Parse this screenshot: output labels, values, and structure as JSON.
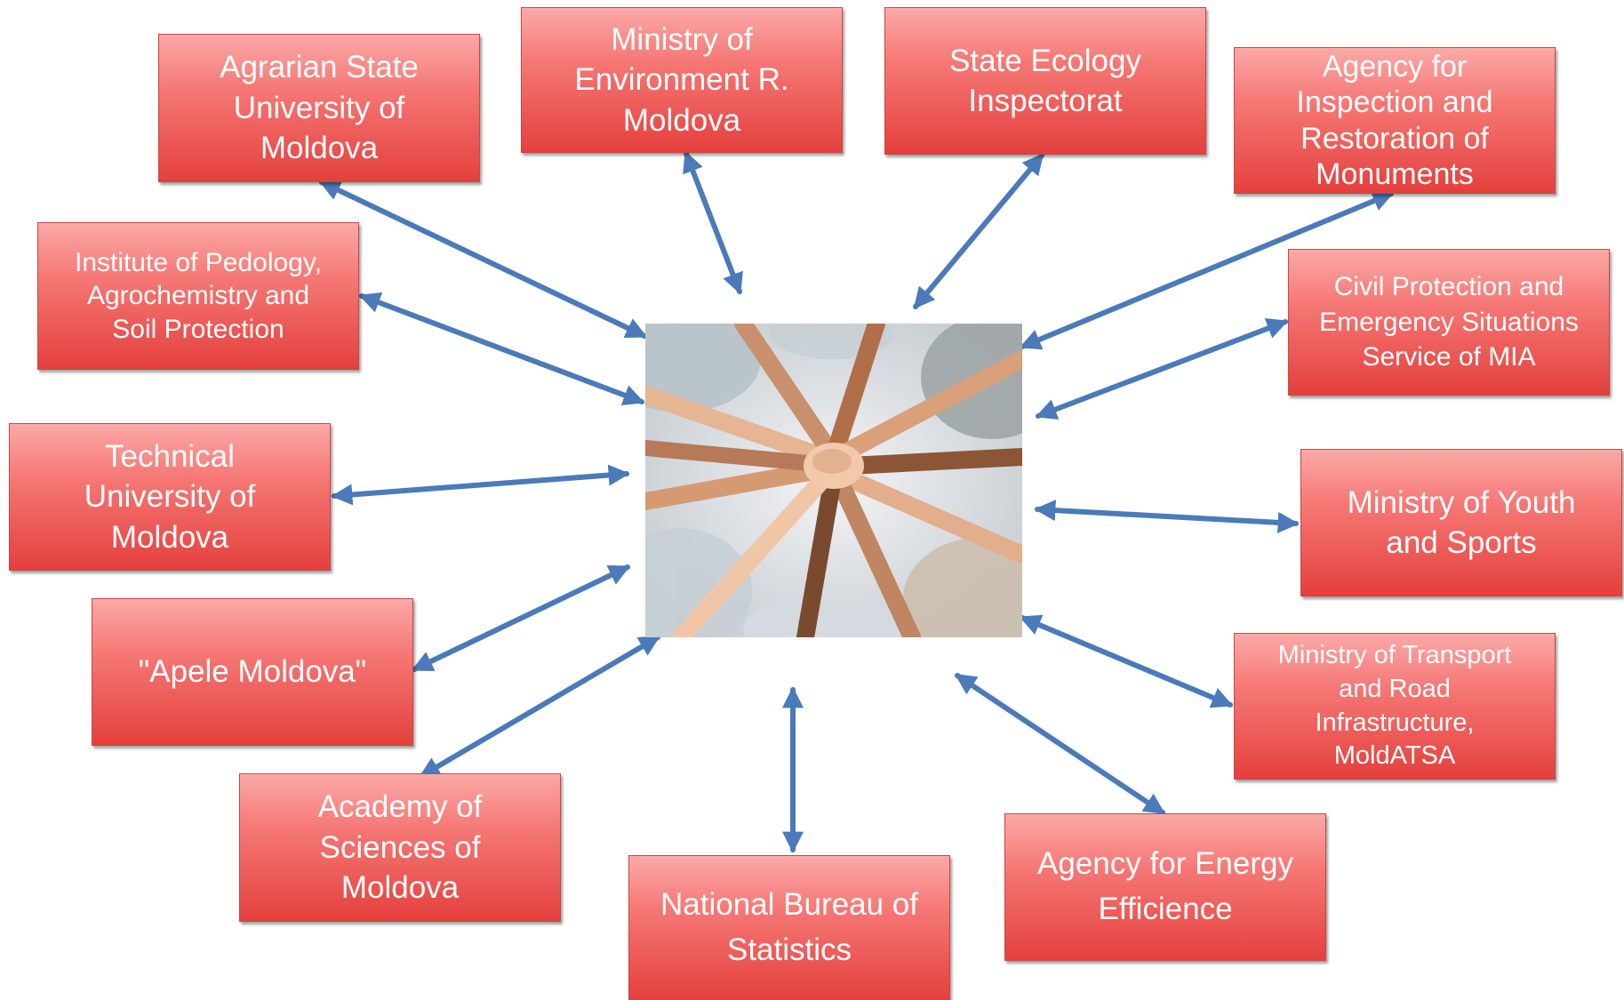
{
  "diagram": {
    "hub": {
      "icon": "joined-hands-photo"
    },
    "colors": {
      "box_top": "#fba9a7",
      "box_bottom": "#e4403d",
      "arrow": "#4a7ab9",
      "text": "#ffffff"
    },
    "nodes": [
      {
        "id": "agrarian",
        "label": "Agrarian State\nUniversity of\nMoldova"
      },
      {
        "id": "ministry-environment",
        "label": "Ministry of\nEnvironment R.\nMoldova"
      },
      {
        "id": "ecology",
        "label": "State Ecology\nInspectorat"
      },
      {
        "id": "monuments",
        "label": "Agency for\nInspection and\nRestoration of\nMonuments"
      },
      {
        "id": "pedology",
        "label": "Institute of Pedology,\nAgrochemistry and\nSoil Protection"
      },
      {
        "id": "civil",
        "label": "Civil Protection and\nEmergency Situations\nService of MIA"
      },
      {
        "id": "technical",
        "label": "Technical\nUniversity of\nMoldova"
      },
      {
        "id": "youth",
        "label": "Ministry of Youth\nand Sports"
      },
      {
        "id": "apele",
        "label": "\"Apele Moldova\""
      },
      {
        "id": "transport",
        "label": "Ministry of Transport\nand Road\nInfrastructure,\nMoldATSA"
      },
      {
        "id": "academy",
        "label": "Academy of\nSciences of\nMoldova"
      },
      {
        "id": "statistics",
        "label": "National Bureau of\nStatistics"
      },
      {
        "id": "energy",
        "label": "Agency for Energy\nEfficience"
      }
    ]
  }
}
